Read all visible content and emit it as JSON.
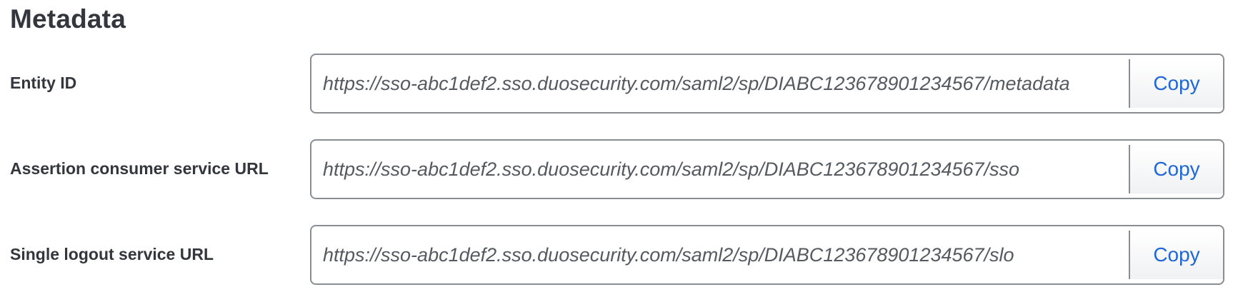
{
  "section": {
    "title": "Metadata"
  },
  "fields": [
    {
      "label": "Entity ID",
      "value": "https://sso-abc1def2.sso.duosecurity.com/saml2/sp/DIABC123678901234567/metadata",
      "button": "Copy"
    },
    {
      "label": "Assertion consumer service URL",
      "value": "https://sso-abc1def2.sso.duosecurity.com/saml2/sp/DIABC123678901234567/sso",
      "button": "Copy"
    },
    {
      "label": "Single logout service URL",
      "value": "https://sso-abc1def2.sso.duosecurity.com/saml2/sp/DIABC123678901234567/slo",
      "button": "Copy"
    }
  ],
  "colors": {
    "text": "#33373d",
    "border": "#8a8d93",
    "accent": "#1f66d6",
    "value_text": "#555a60"
  }
}
